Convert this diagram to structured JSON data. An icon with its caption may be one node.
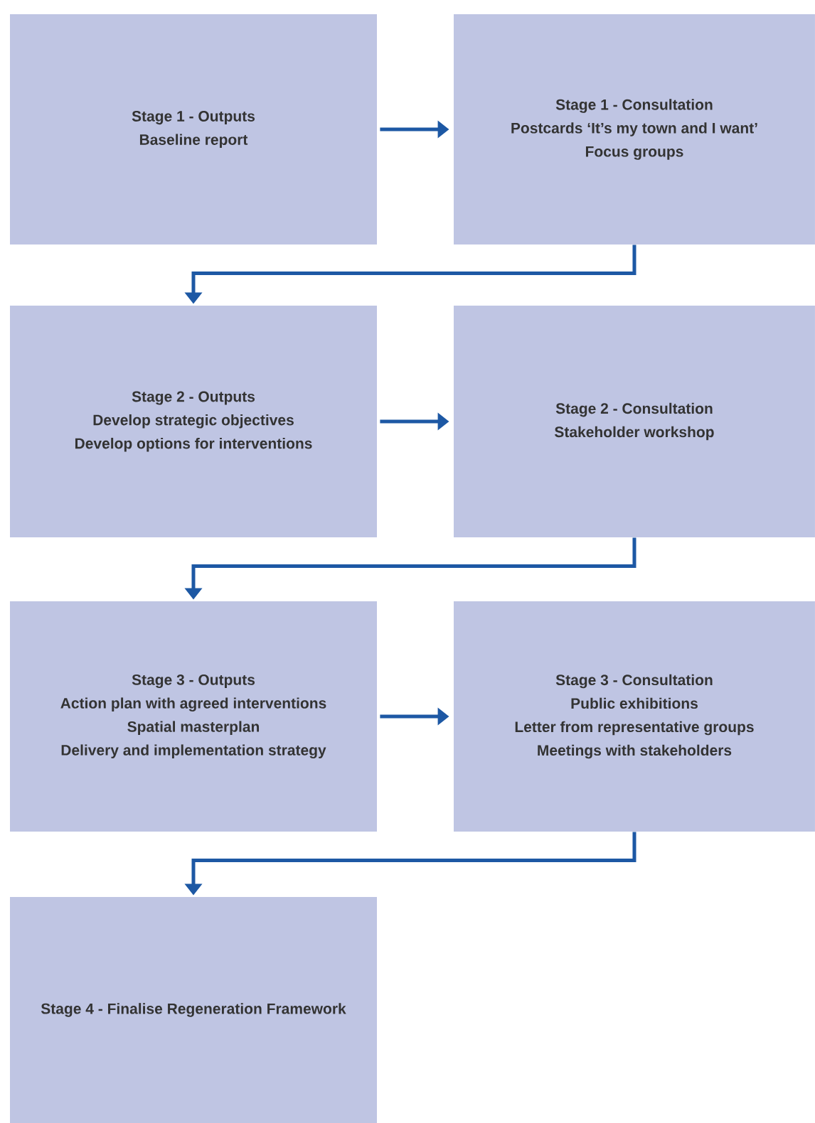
{
  "diagram": {
    "nodes": [
      {
        "text": [
          "Stage 1 - Outputs",
          "Baseline report"
        ]
      },
      {
        "text": [
          "Stage 1 - Consultation",
          "Postcards ‘It’s my town and I want’",
          "Focus groups"
        ]
      },
      {
        "text": [
          "Stage 2 - Outputs",
          "Develop strategic objectives",
          "Develop options for interventions"
        ]
      },
      {
        "text": [
          "Stage 2 - Consultation",
          "Stakeholder workshop"
        ]
      },
      {
        "text": [
          "Stage 3 - Outputs",
          "Action plan with agreed interventions",
          "Spatial masterplan",
          "Delivery and implementation strategy"
        ]
      },
      {
        "text": [
          "Stage 3 - Consultation",
          "Public exhibitions",
          "Letter from representative groups",
          "Meetings with stakeholders"
        ]
      },
      {
        "text": [
          "Stage 4 - Finalise Regeneration Framework"
        ]
      }
    ],
    "edges": [
      {
        "from": 0,
        "to": 1,
        "arrow": "to"
      },
      {
        "from": 1,
        "to": 2,
        "arrow": "to"
      },
      {
        "from": 2,
        "to": 3,
        "arrow": "to"
      },
      {
        "from": 3,
        "to": 4,
        "arrow": "to"
      },
      {
        "from": 4,
        "to": 5,
        "arrow": "to"
      },
      {
        "from": 5,
        "to": 6,
        "arrow": "to"
      }
    ]
  }
}
